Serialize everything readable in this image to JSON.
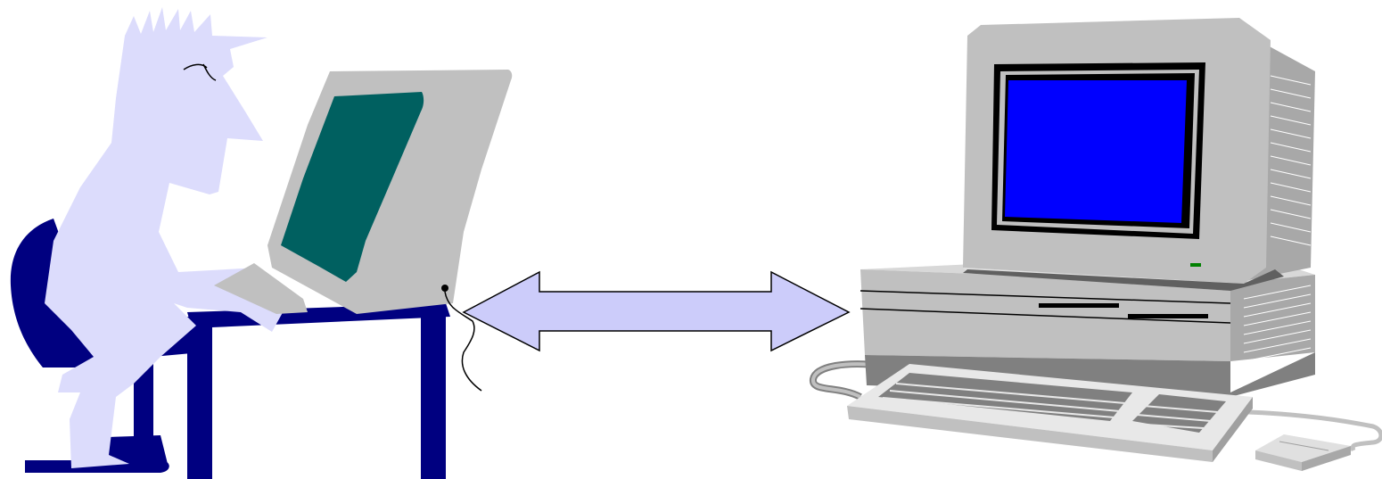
{
  "scene": {
    "description_free": true,
    "colors": {
      "person": "#dcdcfc",
      "chair_and_desk": "#000080",
      "terminal_body": "#c0c0c0",
      "terminal_screen": "#006060",
      "arrow_fill": "#ccccfa",
      "computer_body": "#c0c0c0",
      "computer_screen": "#0000ff",
      "power_led": "#008000",
      "outline": "#000000"
    },
    "icons": [
      "person-at-terminal-clipart",
      "double-headed-arrow",
      "desktop-computer-clipart"
    ]
  }
}
